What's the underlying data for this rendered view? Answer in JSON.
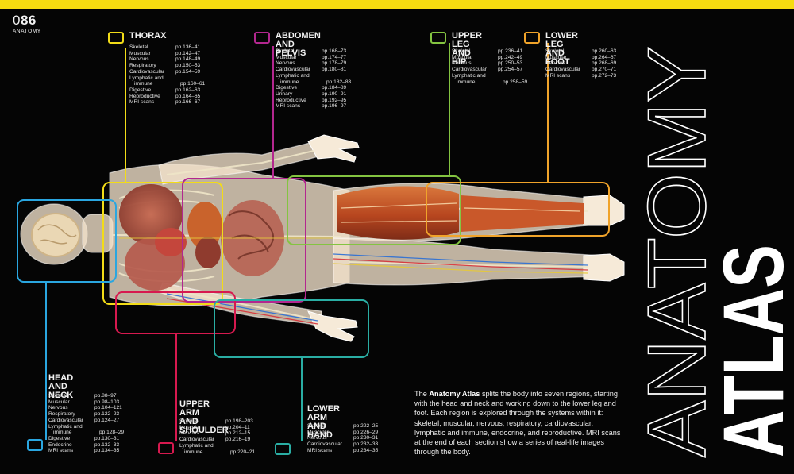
{
  "page": {
    "number_prefix": "0",
    "number": "86",
    "section": "ANATOMY"
  },
  "title": {
    "line1": "ANATOMY",
    "line2": "ATLAS"
  },
  "intro": {
    "lead": "The ",
    "bold": "Anatomy Atlas",
    "rest": " splits the body into seven regions, starting with the head and neck and working down to the lower leg and foot. Each region is explored through the systems within it: skeletal, muscular, nervous, respiratory, cardiovascular, lymphatic and immune, endocrine, and reproductive. MRI scans at the end of each section show a series of real-life images through the body."
  },
  "colors": {
    "background": "#050505",
    "accent_bar": "#f6dc10",
    "thorax": "#f2dc18",
    "abdomen": "#b3278f",
    "upper_leg": "#84c441",
    "lower_leg": "#f0a32a",
    "head": "#2aa6e0",
    "upper_arm": "#d7194f",
    "lower_arm": "#2aaea4"
  },
  "regions": {
    "thorax": {
      "title": [
        "THORAX"
      ],
      "rows": [
        {
          "name": "Skeletal",
          "pages": "pp.136–41"
        },
        {
          "name": "Muscular",
          "pages": "pp.142–47"
        },
        {
          "name": "Nervous",
          "pages": "pp.148–49"
        },
        {
          "name": "Respiratory",
          "pages": "pp.150–53"
        },
        {
          "name": "Cardiovascular",
          "pages": "pp.154–59"
        },
        {
          "name": "Lymphatic and",
          "pages": ""
        },
        {
          "name": "immune",
          "pages": "pp.160–61"
        },
        {
          "name": "Digestive",
          "pages": "pp.162–63"
        },
        {
          "name": "Reproductive",
          "pages": "pp.164–65"
        },
        {
          "name": "MRI scans",
          "pages": "pp.166–67"
        }
      ]
    },
    "abdomen": {
      "title": [
        "ABDOMEN",
        "AND PELVIS"
      ],
      "rows": [
        {
          "name": "Skeletal",
          "pages": "pp.168–73"
        },
        {
          "name": "Muscular",
          "pages": "pp.174–77"
        },
        {
          "name": "Nervous",
          "pages": "pp.178–79"
        },
        {
          "name": "Cardiovascular",
          "pages": "pp.180–81"
        },
        {
          "name": "Lymphatic and",
          "pages": ""
        },
        {
          "name": "immune",
          "pages": "pp.182–83"
        },
        {
          "name": "Digestive",
          "pages": "pp.184–89"
        },
        {
          "name": "Urinary",
          "pages": "pp.190–91"
        },
        {
          "name": "Reproductive",
          "pages": "pp.192–95"
        },
        {
          "name": "MRI scans",
          "pages": "pp.196–97"
        }
      ]
    },
    "upper_leg": {
      "title": [
        "UPPER LEG",
        "AND HIP"
      ],
      "rows": [
        {
          "name": "Skeletal",
          "pages": "pp.236–41"
        },
        {
          "name": "Muscular",
          "pages": "pp.242–49"
        },
        {
          "name": "Nervous",
          "pages": "pp.250–53"
        },
        {
          "name": "Cardiovascular",
          "pages": "pp.254–57"
        },
        {
          "name": "Lymphatic and",
          "pages": ""
        },
        {
          "name": "immune",
          "pages": "pp.258–59"
        }
      ]
    },
    "lower_leg": {
      "title": [
        "LOWER LEG",
        "AND FOOT"
      ],
      "rows": [
        {
          "name": "Skeletal",
          "pages": "pp.260–63"
        },
        {
          "name": "Muscular",
          "pages": "pp.264–67"
        },
        {
          "name": "Nervous",
          "pages": "pp.268–69"
        },
        {
          "name": "Cardiovascular",
          "pages": "pp.270–71"
        },
        {
          "name": "MRI scans",
          "pages": "pp.272–73"
        }
      ]
    },
    "head": {
      "title": [
        "HEAD",
        "AND NECK"
      ],
      "rows": [
        {
          "name": "Skeletal",
          "pages": "pp.88–97"
        },
        {
          "name": "Muscular",
          "pages": "pp.98–103"
        },
        {
          "name": "Nervous",
          "pages": "pp.104–121"
        },
        {
          "name": "Respiratory",
          "pages": "pp.122–23"
        },
        {
          "name": "Cardiovascular",
          "pages": "pp.124–27"
        },
        {
          "name": "Lymphatic and",
          "pages": ""
        },
        {
          "name": "immune",
          "pages": "pp.128–29"
        },
        {
          "name": "Digestive",
          "pages": "pp.130–31"
        },
        {
          "name": "Endocrine",
          "pages": "pp.132–33"
        },
        {
          "name": "MRI scans",
          "pages": "pp.134–35"
        }
      ]
    },
    "upper_arm": {
      "title": [
        "UPPER ARM",
        "AND SHOULDER"
      ],
      "rows": [
        {
          "name": "Skeletal",
          "pages": "pp.198–203"
        },
        {
          "name": "Muscular",
          "pages": "pp.204–11"
        },
        {
          "name": "Nervous",
          "pages": "pp.212–15"
        },
        {
          "name": "Cardiovascular",
          "pages": "pp.216–19"
        },
        {
          "name": "Lymphatic and",
          "pages": ""
        },
        {
          "name": "immune",
          "pages": "pp.220–21"
        }
      ]
    },
    "lower_arm": {
      "title": [
        "LOWER ARM",
        "AND HAND"
      ],
      "rows": [
        {
          "name": "Skeletal",
          "pages": "pp.222–25"
        },
        {
          "name": "Muscular",
          "pages": "pp.226–29"
        },
        {
          "name": "Nervous",
          "pages": "pp.230–31"
        },
        {
          "name": "Cardiovascular",
          "pages": "pp.232–33"
        },
        {
          "name": "MRI scans",
          "pages": "pp.234–35"
        }
      ]
    }
  }
}
